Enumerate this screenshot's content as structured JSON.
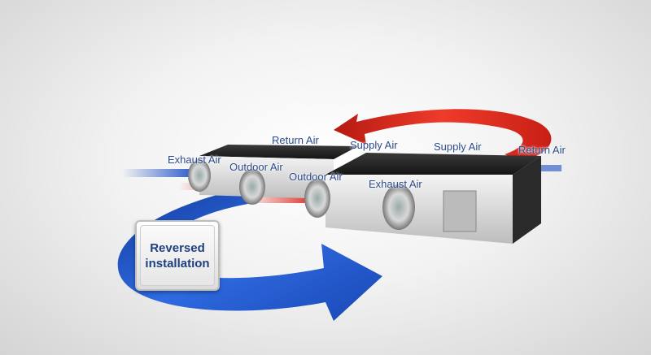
{
  "labels": {
    "return_air_left": "Return Air",
    "supply_air_left": "Supply Air",
    "supply_air_right": "Supply Air",
    "return_air_right": "Return Air",
    "exhaust_air_left": "Exhaust Air",
    "outdoor_air_left": "Outdoor Air",
    "outdoor_air_right": "Outdoor Air",
    "exhaust_air_right": "Exhaust Air"
  },
  "callout": {
    "text": "Reversed installation"
  },
  "colors": {
    "supply": "#d8261c",
    "exhaust": "#1d4fc4",
    "text": "#2b4b8c"
  }
}
